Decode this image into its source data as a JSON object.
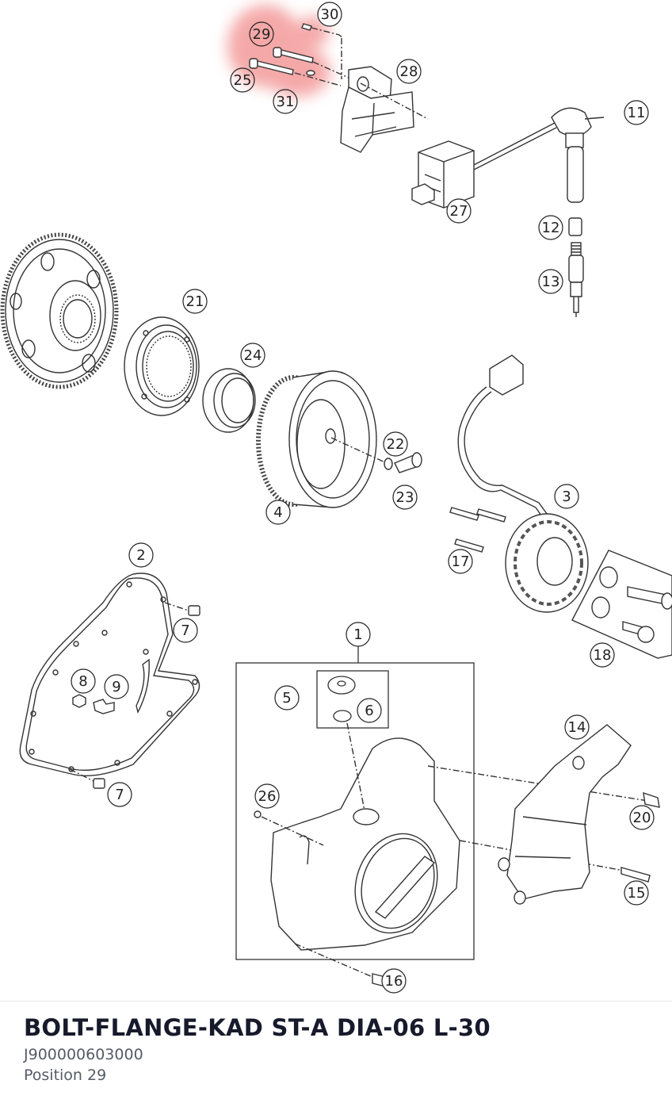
{
  "diagram": {
    "labels": [
      "30",
      "29",
      "28",
      "25",
      "31",
      "11",
      "27",
      "12",
      "13",
      "21",
      "24",
      "22",
      "23",
      "3",
      "4",
      "17",
      "2",
      "7",
      "18",
      "1",
      "5",
      "6",
      "8",
      "9",
      "14",
      "7",
      "26",
      "20",
      "15",
      "16"
    ],
    "highlighted_position": "29",
    "highlight_color": "#f28c8c",
    "line_color": "#333333"
  },
  "part": {
    "name": "BOLT-FLANGE-KAD ST-A DIA-06 L-30",
    "number": "J900000603000",
    "position_text": "Position 29"
  }
}
